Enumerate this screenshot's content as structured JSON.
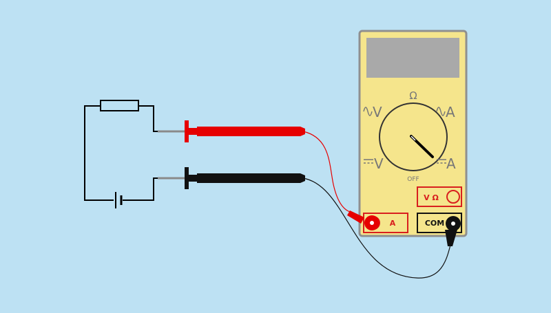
{
  "colors": {
    "background": "#bde1f3",
    "meter_body": "#f5e58c",
    "meter_border": "#8f8f8f",
    "display": "#a9a9a9",
    "red_probe": "#e60000",
    "black_probe": "#111111",
    "socket_red": "#d81e1e",
    "circuit_wire": "#000000"
  },
  "meter": {
    "dial_labels": {
      "ohm": "Ω",
      "ac_voltage": "V",
      "ac_current": "A",
      "dc_voltage": "V",
      "dc_current": "A",
      "off": "OFF"
    },
    "sockets": {
      "voltage_ohm": "V Ω",
      "amps": "A",
      "common": "COM"
    },
    "selector": "dc-current"
  },
  "circuit": {
    "components": [
      "resistor",
      "cell"
    ]
  }
}
